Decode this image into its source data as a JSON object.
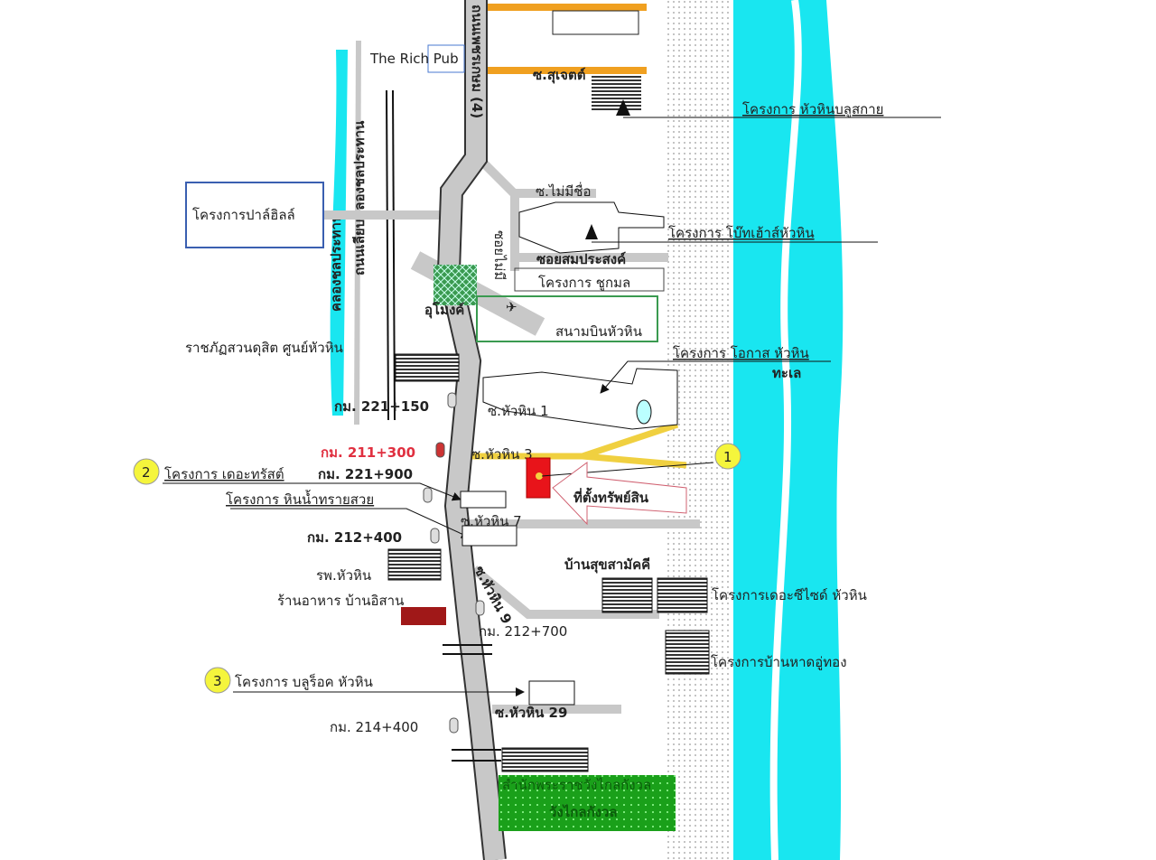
{
  "colors": {
    "sea": "#19e6f0",
    "road": "#c8c8c8",
    "soi": "#f0a020",
    "highlight": "#f0d040",
    "property": "#e8141a",
    "marker": "#f5f53c",
    "park": "#1aa01a"
  },
  "roads": {
    "main_road": "ถนนเพชรเกษม (4)",
    "canal_road": "ถนนเลียบคลองชลประทาน",
    "canal": "คลองชลประทาน",
    "soi_sujet": "ซ.สุเจตต์",
    "soi_maisue": "ซ.ไม่มีชื่อ",
    "soi_maimi": "ซอยไม่มี",
    "soi_somprasong": "ซอยสมประสงค์",
    "soi_huahin_1": "ซ.หัวหิน 1",
    "soi_huahin_3": "ซ.หัวหิน 3",
    "soi_huahin_7": "ซ.หัวหิน 7",
    "soi_huahin_9": "ซ.หัวหิน 9",
    "soi_huahin_29": "ซ.หัวหิน 29"
  },
  "places": {
    "rich_pub": "The Rich Pub",
    "palm_hills": "โครงการปาล์ฮิลล์",
    "blue_sky": "โครงการ หัวหินบลูสกาย",
    "boathouse": "โครงการ โบ๊ทเฮ้าส์หัวหิน",
    "chukamon": "โครงการ ชูกมล",
    "airport": "สนามบินหัวหิน",
    "tunnel": "อุโมงค์",
    "rajabhat": "ราชภัฏสวนดุสิต ศูนย์หัวหิน",
    "okas": "โครงการ โอกาส หัวหิน",
    "sea": "ทะเล",
    "property": "ที่ตั้งทรัพย์สิน",
    "the_trust": "โครงการ เดอะทรัสต์",
    "hin_nam_sai_suay": "โครงการ หินน้ำทรายสวย",
    "hospital": "รพ.หัวหิน",
    "restaurant": "ร้านอาหาร บ้านอิสาน",
    "baan_suk": "บ้านสุขสามัคคี",
    "seaside": "โครงการเดอะซีไซด์ หัวหิน",
    "baan_haad": "โครงการบ้านหาดอู่ทอง",
    "blu_rock": "โครงการ บลูร็อค หัวหิน",
    "palace_office": "สำนักพระราชวังไกลกังวล",
    "palace": "วังไกลกังวล"
  },
  "km_markers": {
    "km1": "กม. 221+150",
    "km2": "กม. 211+300",
    "km3": "กม. 221+900",
    "km4": "กม. 212+400",
    "km5": "กม. 212+700",
    "km6": "กม. 214+400"
  },
  "markers": {
    "m1": "1",
    "m2": "2",
    "m3": "3"
  }
}
